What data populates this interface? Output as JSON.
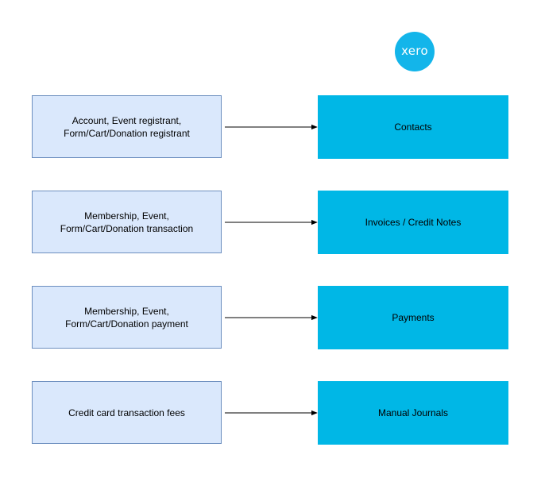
{
  "colors": {
    "source_fill": "#dae8fc",
    "source_border": "#6c8ebf",
    "target_fill": "#00b7e6",
    "logo_fill": "#13b5ea",
    "arrow": "#000000"
  },
  "logo": {
    "text": "xero",
    "icon": "xero-logo-icon"
  },
  "rows": [
    {
      "source": "Account, Event registrant,\nForm/Cart/Donation registrant",
      "target": "Contacts"
    },
    {
      "source": "Membership, Event,\nForm/Cart/Donation transaction",
      "target": "Invoices / Credit Notes"
    },
    {
      "source": "Membership, Event,\nForm/Cart/Donation payment",
      "target": "Payments"
    },
    {
      "source": "Credit card transaction fees",
      "target": "Manual Journals"
    }
  ]
}
